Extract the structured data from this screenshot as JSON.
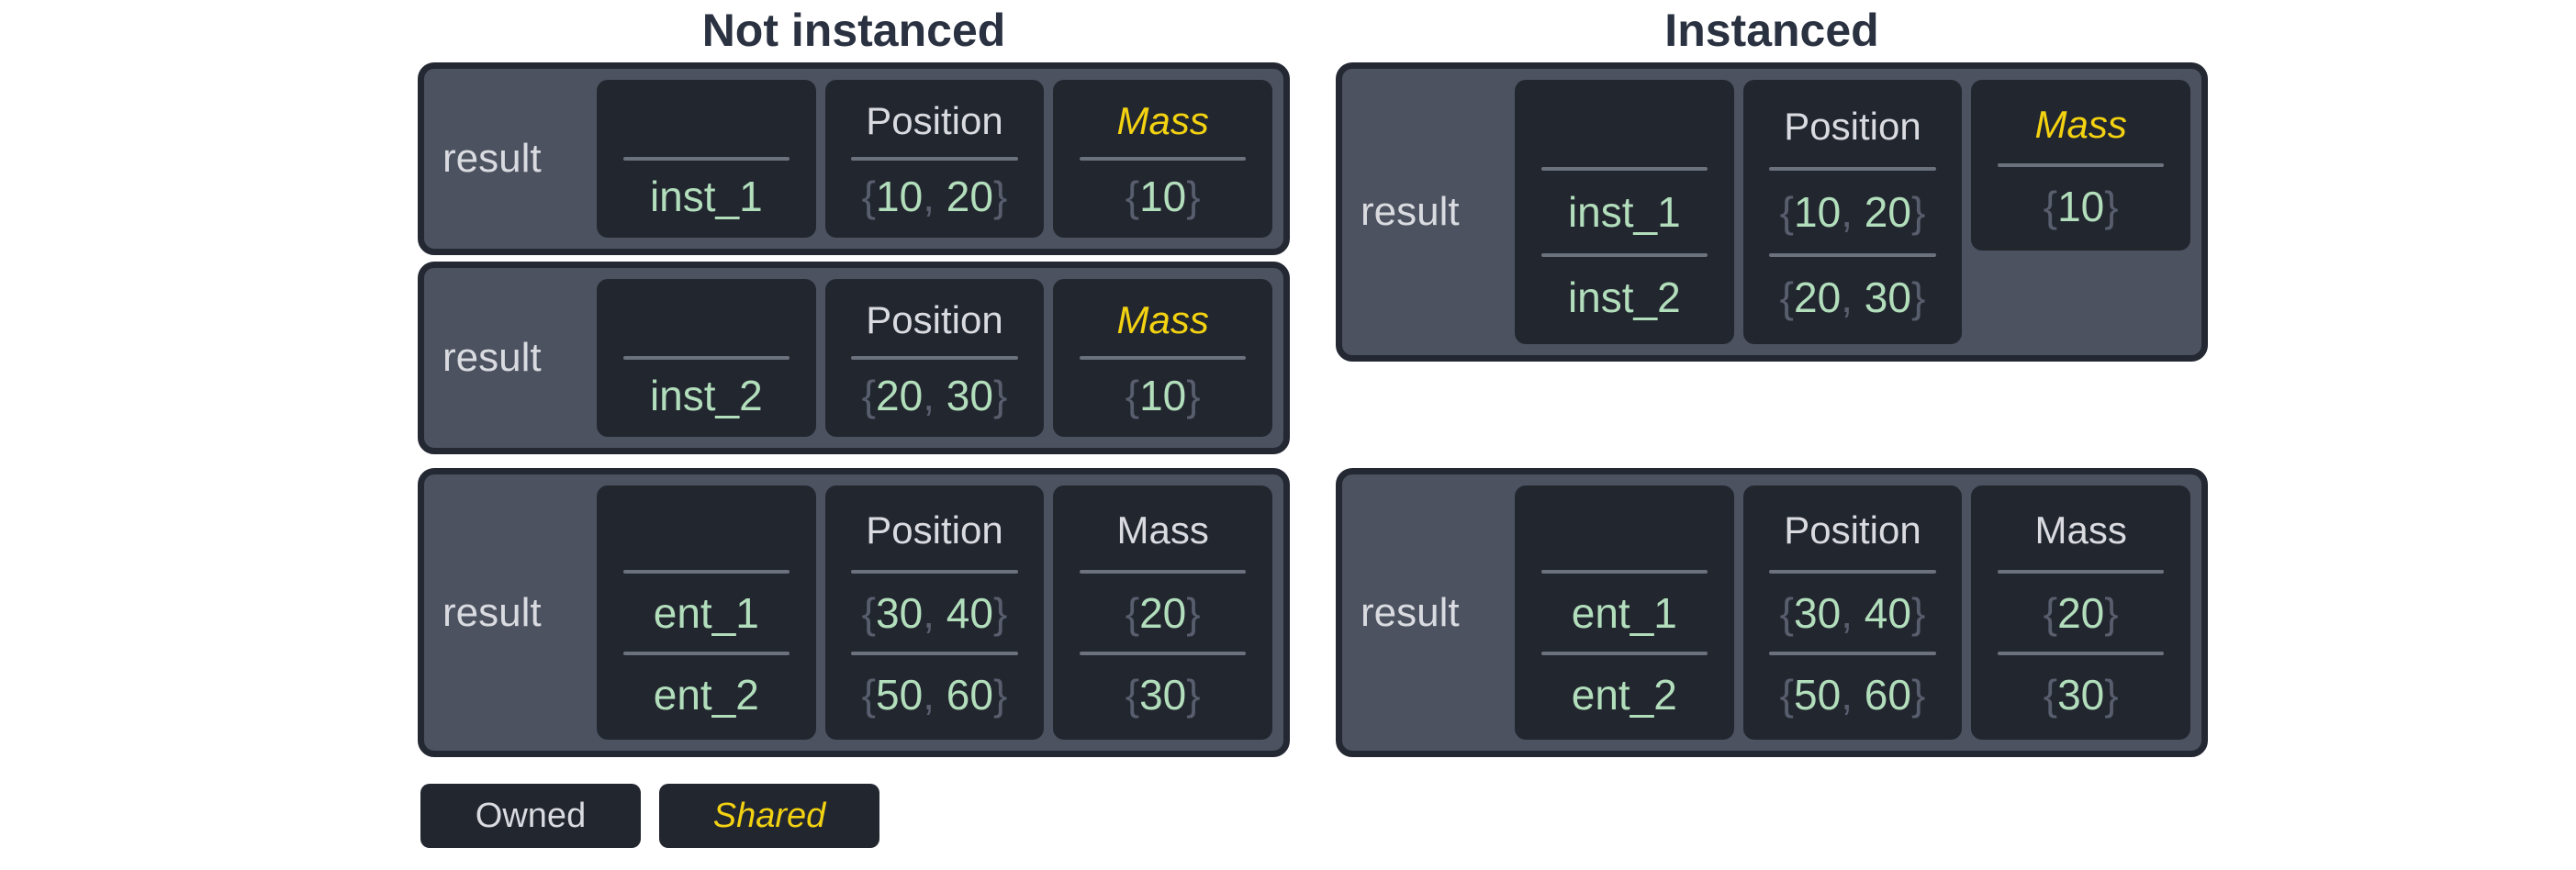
{
  "titles": {
    "not_instanced": "Not instanced",
    "instanced": "Instanced"
  },
  "legend": {
    "owned": "Owned",
    "shared": "Shared"
  },
  "syntax": {
    "open": "{",
    "close": "}",
    "sep": ", "
  },
  "colors": {
    "title": "#2a3140",
    "slate": "#4c5260",
    "border": "#232832",
    "cellbg": "#22262f",
    "white": "#d9dbe0",
    "green": "#b2debc",
    "punct": "#585e6d",
    "divider": "#6b717d",
    "yellow": "#f3d211"
  },
  "blocks": [
    {
      "id": "not-instanced-inst1",
      "label": "result",
      "columns": [
        {
          "header": "",
          "style": "owned",
          "kind": "name",
          "rows": [
            [
              "inst_1"
            ]
          ]
        },
        {
          "header": "Position",
          "style": "owned",
          "kind": "tuple",
          "rows": [
            [
              "10",
              "20"
            ]
          ]
        },
        {
          "header": "Mass",
          "style": "shared",
          "kind": "tuple",
          "rows": [
            [
              "10"
            ]
          ]
        }
      ]
    },
    {
      "id": "not-instanced-inst2",
      "label": "result",
      "columns": [
        {
          "header": "",
          "style": "owned",
          "kind": "name",
          "rows": [
            [
              "inst_2"
            ]
          ]
        },
        {
          "header": "Position",
          "style": "owned",
          "kind": "tuple",
          "rows": [
            [
              "20",
              "30"
            ]
          ]
        },
        {
          "header": "Mass",
          "style": "shared",
          "kind": "tuple",
          "rows": [
            [
              "10"
            ]
          ]
        }
      ]
    },
    {
      "id": "not-instanced-entities",
      "label": "result",
      "columns": [
        {
          "header": "",
          "style": "owned",
          "kind": "name",
          "rows": [
            [
              "ent_1"
            ],
            [
              "ent_2"
            ]
          ]
        },
        {
          "header": "Position",
          "style": "owned",
          "kind": "tuple",
          "rows": [
            [
              "30",
              "40"
            ],
            [
              "50",
              "60"
            ]
          ]
        },
        {
          "header": "Mass",
          "style": "owned",
          "kind": "tuple",
          "rows": [
            [
              "20"
            ],
            [
              "30"
            ]
          ]
        }
      ]
    },
    {
      "id": "instanced-instances",
      "label": "result",
      "columns": [
        {
          "header": "",
          "style": "owned",
          "kind": "name",
          "rows": [
            [
              "inst_1"
            ],
            [
              "inst_2"
            ]
          ]
        },
        {
          "header": "Position",
          "style": "owned",
          "kind": "tuple",
          "rows": [
            [
              "10",
              "20"
            ],
            [
              "20",
              "30"
            ]
          ]
        },
        {
          "header": "Mass",
          "style": "shared",
          "kind": "tuple",
          "rows": [
            [
              "10"
            ]
          ],
          "short": true
        }
      ]
    },
    {
      "id": "instanced-entities",
      "label": "result",
      "columns": [
        {
          "header": "",
          "style": "owned",
          "kind": "name",
          "rows": [
            [
              "ent_1"
            ],
            [
              "ent_2"
            ]
          ]
        },
        {
          "header": "Position",
          "style": "owned",
          "kind": "tuple",
          "rows": [
            [
              "30",
              "40"
            ],
            [
              "50",
              "60"
            ]
          ]
        },
        {
          "header": "Mass",
          "style": "owned",
          "kind": "tuple",
          "rows": [
            [
              "20"
            ],
            [
              "30"
            ]
          ]
        }
      ]
    }
  ]
}
